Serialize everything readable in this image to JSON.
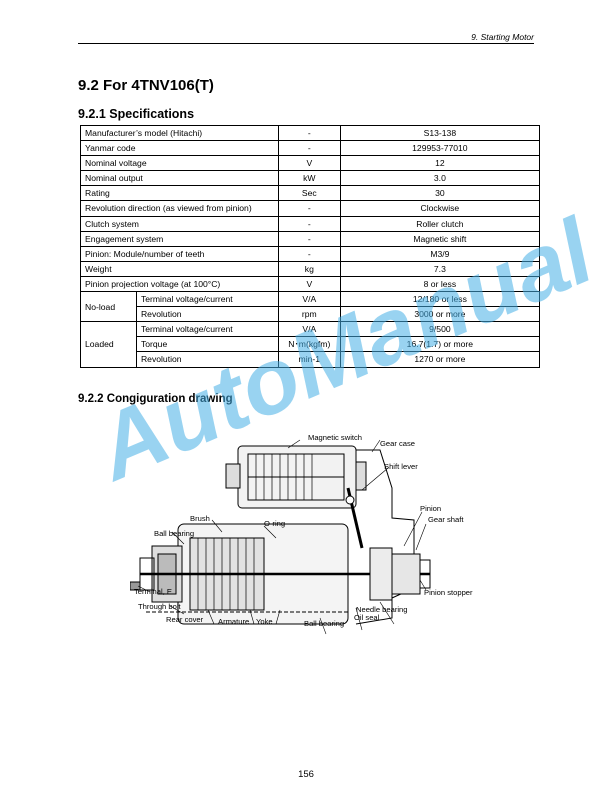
{
  "header": {
    "chapter": "9.  Starting Motor"
  },
  "section_title": "9.2 For 4TNV106(T)",
  "spec_heading": "9.2.1 Specifications",
  "spec_rows": [
    {
      "item": "Manufacturer’s model (Hitachi)",
      "unit": "-",
      "value": "S13-138"
    },
    {
      "item": "Yanmar code",
      "unit": "-",
      "value": "129953-77010"
    },
    {
      "item": "Nominal voltage",
      "unit": "V",
      "value": "12"
    },
    {
      "item": "Nominal output",
      "unit": "kW",
      "value": "3.0"
    },
    {
      "item": "Rating",
      "unit": "Sec",
      "value": "30"
    },
    {
      "item": "Revolution direction (as viewed from pinion)",
      "unit": "-",
      "value": "Clockwise"
    },
    {
      "item": "Clutch system",
      "unit": "-",
      "value": "Roller clutch"
    },
    {
      "item": "Engagement system",
      "unit": "-",
      "value": "Magnetic shift"
    },
    {
      "item": "Pinion: Module/number of teeth",
      "unit": "-",
      "value": "M3/9"
    },
    {
      "item": "Weight",
      "unit": "kg",
      "value": "7.3"
    },
    {
      "item": "Pinion projection voltage (at 100°C)",
      "unit": "V",
      "value": "8 or less"
    }
  ],
  "noload": {
    "label": "No-load",
    "rows": [
      {
        "item": "Terminal voltage/current",
        "unit": "V/A",
        "value": "12/180 or less"
      },
      {
        "item": "Revolution",
        "unit": "rpm",
        "value": "3000 or more"
      }
    ]
  },
  "loaded": {
    "label": "Loaded",
    "rows": [
      {
        "item": "Terminal voltage/current",
        "unit": "V/A",
        "value": "9/500"
      },
      {
        "item": "Torque",
        "unit": "N･m(kgfm)",
        "value": "16.7(1.7) or more"
      },
      {
        "item": "Revolution",
        "unit": "min-1",
        "value": "1270 or more"
      }
    ]
  },
  "drawing_heading": "9.2.2 Congiguration drawing",
  "drawing_labels": {
    "magnetic_switch": "Magnetic switch",
    "gear_case": "Gear case",
    "shift_lever": "Shift lever",
    "pinion": "Pinion",
    "gear_shaft": "Gear shaft",
    "brush": "Brush",
    "o_ring": "O-ring",
    "ball_bearing_top": "Ball bearing",
    "terminal_e": "Terminal, E",
    "pinion_stopper": "Pinion stopper",
    "through_bolt": "Through bolt",
    "needle_bearing": "Needle bearing",
    "oil_seal": "Oil seal",
    "rear_cover": "Rear cover",
    "armature": "Armature",
    "yoke": "Yoke",
    "ball_bearing_bottom": "Ball bearing"
  },
  "watermark": "AutoManual",
  "page_number": "156"
}
